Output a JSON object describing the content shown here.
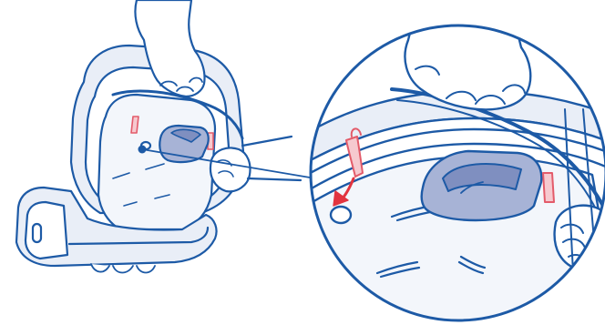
{
  "colors": {
    "outline": "#1d5aa6",
    "shell_fill": "#e9eef7",
    "padding_fill": "#f3f6fb",
    "pad_fill": "#a7b3d6",
    "pad_shadow": "#7f8fc0",
    "strap_fill": "#f6c9cf",
    "strap_stroke": "#e35b6a",
    "arrow": "#e2343f",
    "background": "#ffffff"
  },
  "icons": {
    "overview": "infant-car-seat-carrier",
    "detail": "zoom-detail-circle",
    "callout": "callout-leader-dot",
    "pad": "harness-crotch-pad",
    "strap": "harness-strap-loop",
    "arrow": "insert-direction-arrow",
    "hand": "hand"
  }
}
